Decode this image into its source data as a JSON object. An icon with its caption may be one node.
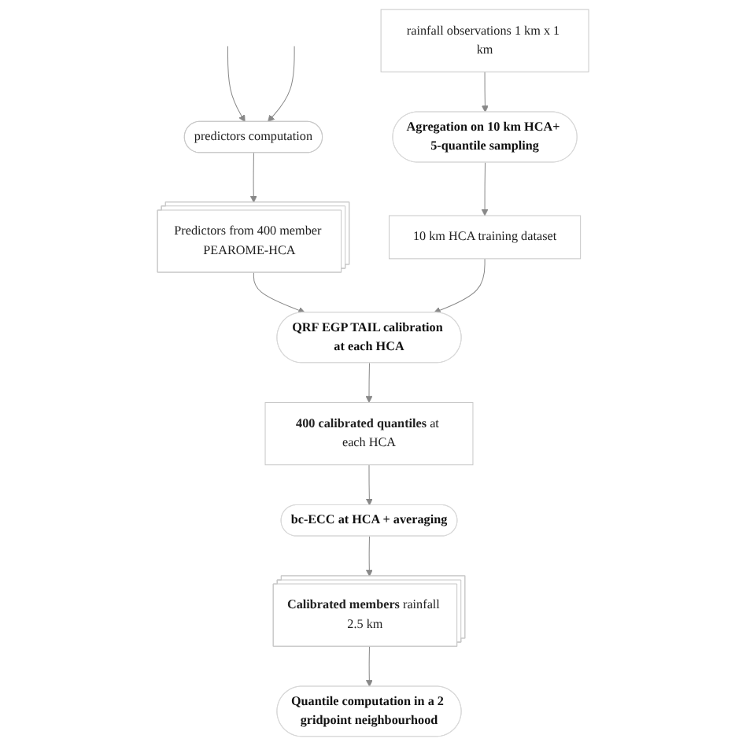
{
  "diagram": {
    "nodes": [
      {
        "text": [
          "predictors computation"
        ]
      },
      {
        "text": [
          "rainfall observations 1 km x 1 km"
        ]
      },
      {
        "text": [
          "Predictors from 400 member PEAROME-HCA"
        ]
      },
      {
        "text": [
          "Agregation on 10 km HCA+ 5-quantile sampling"
        ]
      },
      {
        "text": [
          "10 km HCA training dataset"
        ]
      },
      {
        "text": [
          "QRF EGP TAIL calibration at each HCA"
        ]
      },
      {
        "text": [
          "**400 calibrated quantiles** at each HCA"
        ]
      },
      {
        "text": [
          "bc-ECC at HCA + averaging"
        ]
      },
      {
        "text": [
          "**Calibrated members** rainfall 2.5 km"
        ]
      },
      {
        "text": [
          "Quantile computation in a 2 gridpoint neighbourhood"
        ]
      }
    ],
    "edges": [
      {
        "from": null,
        "to": 0,
        "arrow": "to"
      },
      {
        "from": null,
        "to": 0,
        "arrow": "to"
      },
      {
        "from": 0,
        "to": 2,
        "arrow": "to"
      },
      {
        "from": 1,
        "to": 3,
        "arrow": "to"
      },
      {
        "from": 3,
        "to": 4,
        "arrow": "to"
      },
      {
        "from": 2,
        "to": 5,
        "arrow": "to"
      },
      {
        "from": 4,
        "to": 5,
        "arrow": "to"
      },
      {
        "from": 5,
        "to": 6,
        "arrow": "to"
      },
      {
        "from": 6,
        "to": 7,
        "arrow": "to"
      },
      {
        "from": 7,
        "to": 8,
        "arrow": "to"
      },
      {
        "from": 8,
        "to": 9,
        "arrow": "to"
      }
    ]
  }
}
